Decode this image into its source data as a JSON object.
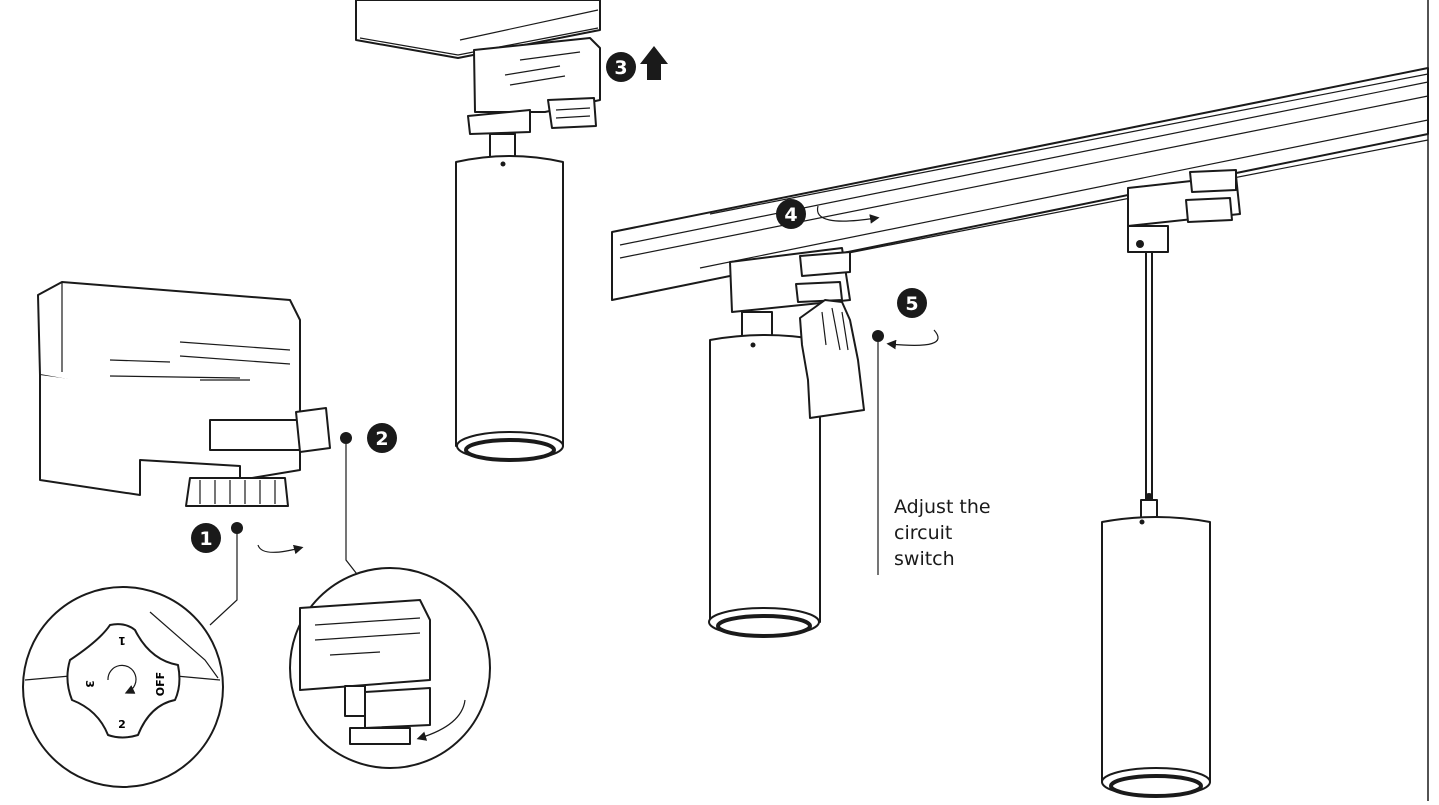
{
  "steps": {
    "step1": "1",
    "step2": "2",
    "step3": "3",
    "step4": "4",
    "step5": "5"
  },
  "dial": {
    "label_1": "1",
    "label_2": "2",
    "label_3": "3",
    "label_off": "OFF"
  },
  "caption": {
    "line1": "Adjust the",
    "line2": "circuit",
    "line3": "switch"
  }
}
